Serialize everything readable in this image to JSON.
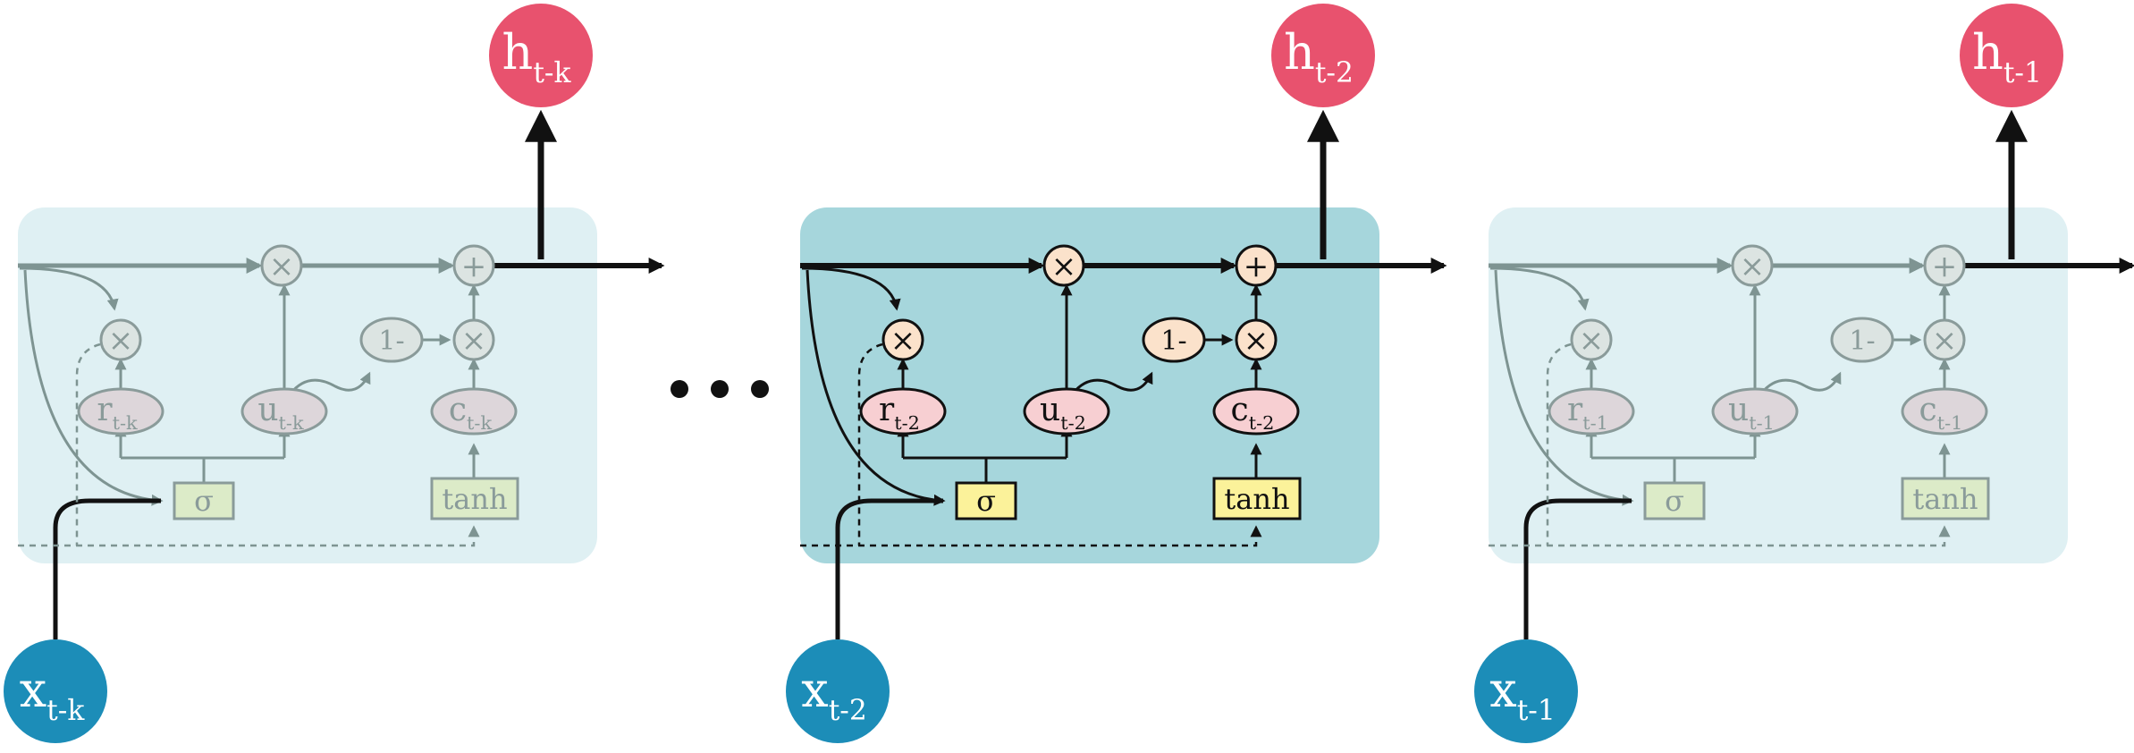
{
  "cells": [
    {
      "id": "k",
      "active": false,
      "h": {
        "base": "h",
        "sub": "t-k"
      },
      "x": {
        "base": "x",
        "sub": "t-k"
      },
      "r": {
        "base": "r",
        "sub": "t-k"
      },
      "u": {
        "base": "u",
        "sub": "t-k"
      },
      "c": {
        "base": "c",
        "sub": "t-k"
      }
    },
    {
      "id": "2",
      "active": true,
      "h": {
        "base": "h",
        "sub": "t-2"
      },
      "x": {
        "base": "x",
        "sub": "t-2"
      },
      "r": {
        "base": "r",
        "sub": "t-2"
      },
      "u": {
        "base": "u",
        "sub": "t-2"
      },
      "c": {
        "base": "c",
        "sub": "t-2"
      }
    },
    {
      "id": "1",
      "active": false,
      "h": {
        "base": "h",
        "sub": "t-1"
      },
      "x": {
        "base": "x",
        "sub": "t-1"
      },
      "r": {
        "base": "r",
        "sub": "t-1"
      },
      "u": {
        "base": "u",
        "sub": "t-1"
      },
      "c": {
        "base": "c",
        "sub": "t-1"
      }
    }
  ],
  "ops": {
    "sigma": "σ",
    "tanh": "tanh",
    "one_minus": "1-",
    "multiply": "×",
    "add": "+"
  },
  "colors": {
    "h_node": "#E8526E",
    "x_node": "#1C8DB8",
    "active_box": "#A6D6DC",
    "faded_box": "#DFF0F3",
    "gate_ellipse": "#F7CFD2",
    "op_circle": "#FBE2CB",
    "activation_box": "#FBF29A"
  }
}
